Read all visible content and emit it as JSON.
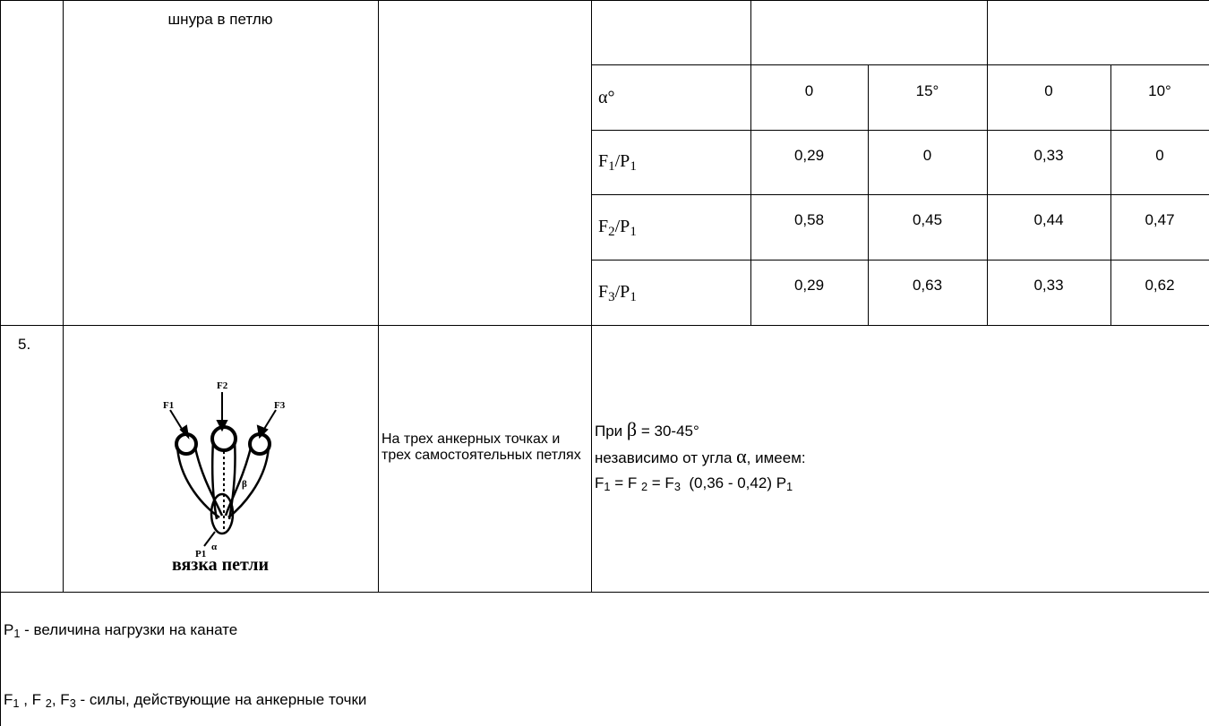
{
  "top_row": {
    "label": "шнура в петлю",
    "alpha_label": "α°",
    "rows": [
      {
        "label_main": "α°",
        "label_sub": "",
        "values": [
          "0",
          "15°",
          "0",
          "10°"
        ]
      },
      {
        "label_main": "F",
        "label_sub": "1",
        "label_tail": "/P",
        "label_tail_sub": "1",
        "values": [
          "0,29",
          "0",
          "0,33",
          "0"
        ]
      },
      {
        "label_main": "F",
        "label_sub": "2",
        "label_tail": "/P",
        "label_tail_sub": "1",
        "values": [
          "0,58",
          "0,45",
          "0,44",
          "0,47"
        ]
      },
      {
        "label_main": "F",
        "label_sub": "3",
        "label_tail": "/P",
        "label_tail_sub": "1",
        "values": [
          "0,29",
          "0,63",
          "0,33",
          "0,62"
        ]
      }
    ]
  },
  "row5": {
    "number": "5.",
    "caption": "вязка петли",
    "figure_labels": {
      "f1": "F1",
      "f2": "F2",
      "f3": "F3",
      "p1": "P1",
      "beta": "β",
      "alpha": "α"
    },
    "description": "На трех анкерных точках и трех самостоятельных петлях",
    "formula_line1_prefix": "При",
    "formula_line1_beta": "β",
    "formula_line1_suffix": "= 30-45°",
    "formula_line2_prefix": "независимо от угла",
    "formula_line2_alpha": "α",
    "formula_line2_suffix": ", имеем:",
    "formula_line3": "(0,36 - 0,42)"
  },
  "legend": {
    "p1_text": " - величина нагрузки на канате",
    "f_text": " - силы, действующие на анкерные точки"
  }
}
